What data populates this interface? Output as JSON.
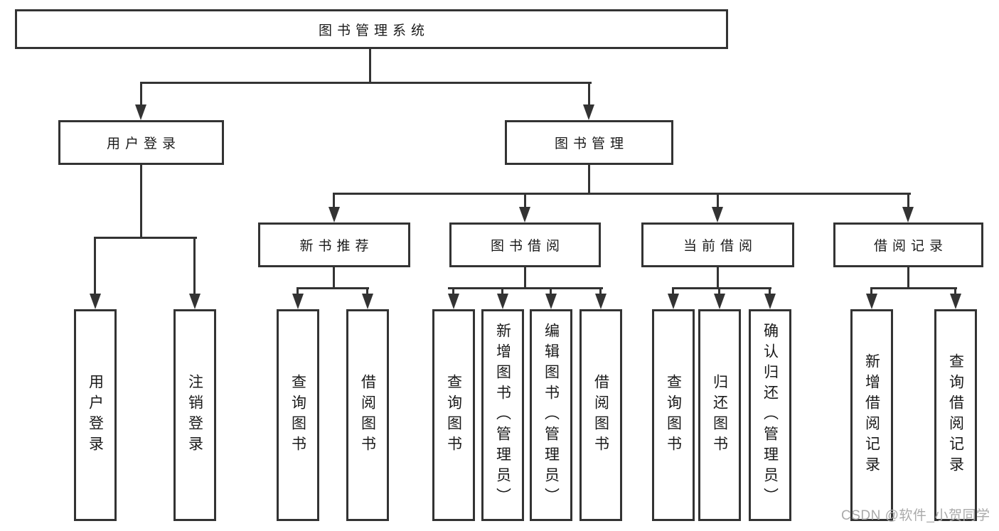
{
  "diagram": {
    "root": {
      "label": "图书管理系统"
    },
    "branches": [
      {
        "label": "用户登录",
        "leaves": [
          "用户登录",
          "注销登录"
        ]
      },
      {
        "label": "图书管理",
        "groups": [
          {
            "label": "新书推荐",
            "leaves": [
              "查询图书",
              "借阅图书"
            ]
          },
          {
            "label": "图书借阅",
            "leaves": [
              "查询图书",
              "新增图书（管理员）",
              "编辑图书（管理员）",
              "借阅图书"
            ]
          },
          {
            "label": "当前借阅",
            "leaves": [
              "查询图书",
              "归还图书",
              "确认归还（管理员）"
            ]
          },
          {
            "label": "借阅记录",
            "leaves": [
              "新增借阅记录",
              "查询借阅记录"
            ]
          }
        ]
      }
    ],
    "watermark": "CSDN @软件_小贺同学",
    "colors": {
      "line": "#333333",
      "text": "#1a1a1a",
      "box_background": "#ffffff",
      "watermark": "#aaaaaa"
    }
  }
}
